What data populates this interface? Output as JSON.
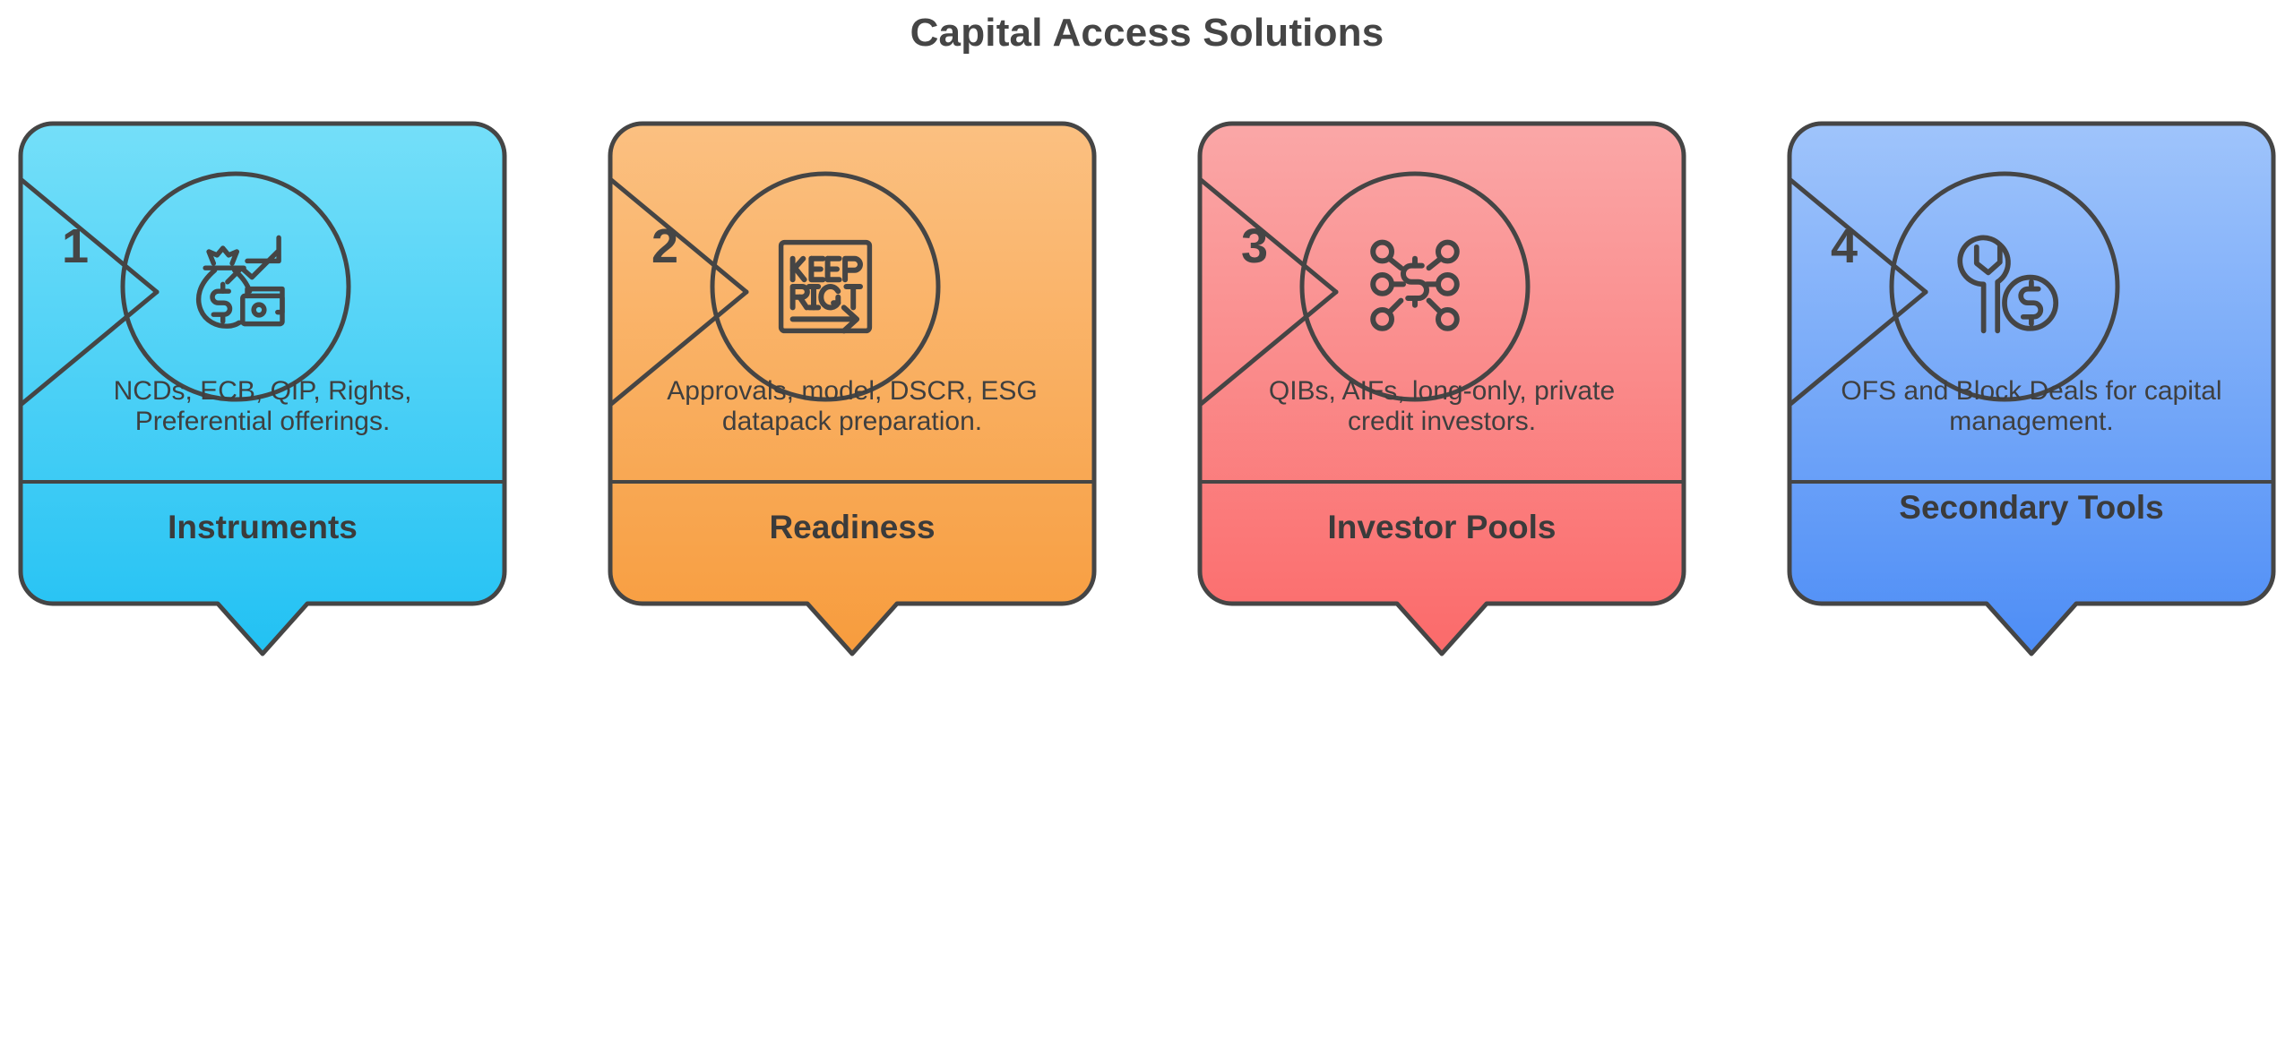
{
  "header": {
    "title": "Capital Access Solutions"
  },
  "colors": {
    "stroke": "#454545",
    "text": "#3f3f3f",
    "title": "#454545",
    "background": "#ffffff"
  },
  "cards": [
    {
      "number": "1",
      "icon": "money-bag-growth-icon",
      "description": "NCDs, ECB, QIP, Rights, Preferential offerings.",
      "label": "Instruments",
      "label_lines": [
        "Instruments"
      ],
      "gradient_top": "#74DFF9",
      "gradient_bottom": "#22C1F3"
    },
    {
      "number": "2",
      "icon": "keep-right-sign-icon",
      "description": "Approvals, model, DSCR, ESG datapack preparation.",
      "label": "Readiness",
      "label_lines": [
        "Readiness"
      ],
      "gradient_top": "#FBC081",
      "gradient_bottom": "#F79C3D"
    },
    {
      "number": "3",
      "icon": "investor-network-dollar-icon",
      "description": "QIBs, AIFs, long-only, private credit investors.",
      "label": "Investor Pools",
      "label_lines": [
        "Investor Pools"
      ],
      "gradient_top": "#FAA7A7",
      "gradient_bottom": "#FB6A6A"
    },
    {
      "number": "4",
      "icon": "wrench-dollar-coin-icon",
      "description": "OFS and Block Deals for capital management.",
      "label": "Secondary Tools",
      "label_lines": [
        "Secondary",
        "Tools"
      ],
      "gradient_top": "#9FC4FB",
      "gradient_bottom": "#4D8DF6"
    }
  ]
}
